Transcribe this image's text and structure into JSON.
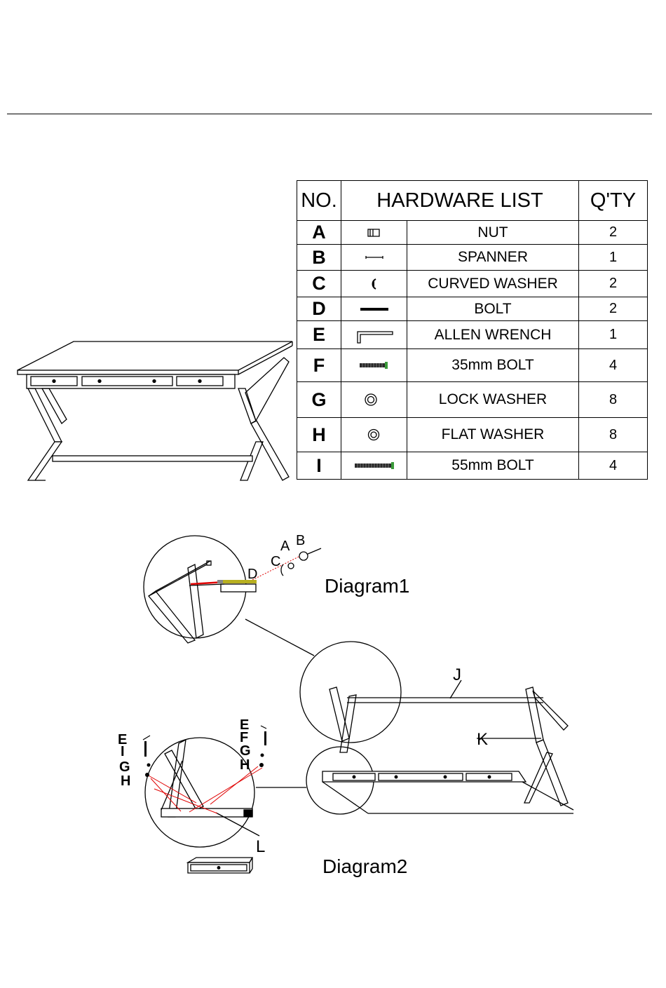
{
  "hardware_table": {
    "headers": {
      "no": "NO.",
      "list": "HARDWARE LIST",
      "qty": "Q'TY"
    },
    "rows": [
      {
        "no": "A",
        "name": "NUT",
        "qty": "2",
        "icon": "nut-icon"
      },
      {
        "no": "B",
        "name": "SPANNER",
        "qty": "1",
        "icon": "spanner-icon"
      },
      {
        "no": "C",
        "name": "CURVED WASHER",
        "qty": "2",
        "icon": "curved-washer-icon"
      },
      {
        "no": "D",
        "name": "BOLT",
        "qty": "2",
        "icon": "bolt-icon"
      },
      {
        "no": "E",
        "name": "ALLEN WRENCH",
        "qty": "1",
        "icon": "allen-wrench-icon"
      },
      {
        "no": "F",
        "name": "35mm BOLT",
        "qty": "4",
        "icon": "bolt-35mm-icon"
      },
      {
        "no": "G",
        "name": "LOCK WASHER",
        "qty": "8",
        "icon": "lock-washer-icon"
      },
      {
        "no": "H",
        "name": "FLAT WASHER",
        "qty": "8",
        "icon": "flat-washer-icon"
      },
      {
        "no": "I",
        "name": "55mm BOLT",
        "qty": "4",
        "icon": "bolt-55mm-icon"
      }
    ]
  },
  "diagram1": {
    "title": "Diagram1",
    "labels": {
      "a": "A",
      "b": "B",
      "c": "C",
      "d": "D"
    }
  },
  "diagram2": {
    "title": "Diagram2",
    "labels": {
      "j": "J",
      "k": "K",
      "l": "L",
      "left_e": "E",
      "left_i": "I",
      "left_g": "G",
      "left_h": "H",
      "right_e": "E",
      "right_f": "F",
      "right_g": "G",
      "right_h": "H"
    }
  },
  "colors": {
    "line": "#000000",
    "guide": "#e00000",
    "bolt_thread": "#3a9a3a",
    "bolt_d": "#b8b020"
  }
}
